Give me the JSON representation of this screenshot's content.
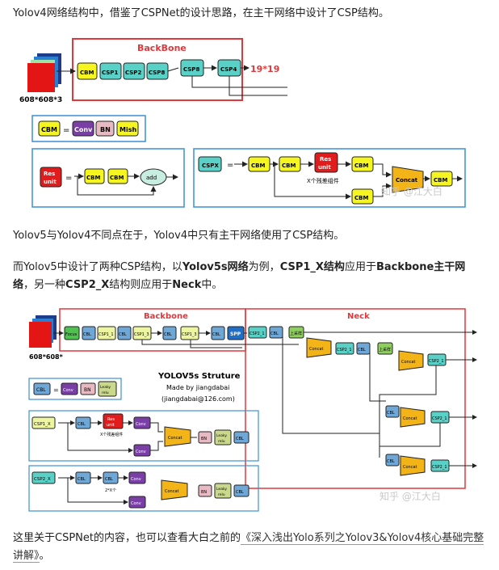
{
  "text": {
    "p1": "Yolov4网络结构中，借鉴了CSPNet的设计思路，在主干网络中设计了CSP结构。",
    "p2": "Yolov5与Yolov4不同点在于，Yolov4中只有主干网络使用了CSP结构。",
    "p3_a": "而Yolov5中设计了两种CSP结构，以",
    "p3_b": "Yolov5s网络",
    "p3_c": "为例，",
    "p3_d": "CSP1_X结构",
    "p3_e": "应用于",
    "p3_f": "Backbone主干网络",
    "p3_g": "，另一种",
    "p3_h": "CSP2_X",
    "p3_i": "结构则应用于",
    "p3_j": "Neck",
    "p3_k": "中。",
    "p4_a": "这里关于CSPNet的内容，也可以查看大白之前的",
    "p4_link": "《深入浅出Yolo系列之Yolov3&Yolov4核心基础完整讲解》",
    "p4_b": "。"
  },
  "fig1": {
    "backbone": "BackBone",
    "input_size": "608*608*3",
    "output_size": "19*19",
    "blocks": [
      "CBM",
      "CSP1",
      "CSP2",
      "CSP8",
      "CSP8",
      "CSP4"
    ],
    "cbm_def": [
      "CBM",
      "=",
      "Conv",
      "BN",
      "Mish"
    ],
    "res_unit": [
      "Res",
      "unit"
    ],
    "add": "add",
    "cspx": "CSPX",
    "cbm": "CBM",
    "concat": "Concat",
    "x_res": "X个残差组件",
    "watermark": "知乎 @江大白"
  },
  "fig2": {
    "backbone": "Backbone",
    "neck": "Neck",
    "input_size": "608*608*",
    "blocks": [
      "Focus",
      "CBL",
      "CSP1_1",
      "CBL",
      "CSP1_3",
      "CBL",
      "CSP1_3",
      "CBL",
      "SPP"
    ],
    "neck_blocks": [
      "CSP2_1",
      "CBL",
      "上采样",
      "Concat",
      "CSP2_1",
      "CBL",
      "上采样",
      "Concat",
      "CSP2_1",
      "CBL",
      "Concat",
      "CSP2_1",
      "CBL",
      "Concat",
      "CSP2_1"
    ],
    "title": "YOLOV5s Struture",
    "made_by": "Made by jiangdabai",
    "email": "(jiangdabai@126.com)",
    "cbl_def": [
      "CBL",
      "=",
      "Conv",
      "BN",
      "Leaky relu"
    ],
    "csp1": "CSP1_X",
    "csp2": "CSP2_X",
    "res": [
      "Res",
      "unit"
    ],
    "conv": "Conv",
    "cbl": "CBL",
    "bn": "BN",
    "leaky": [
      "Leaky",
      "relu"
    ],
    "concat": "Concat",
    "x_res": "X个残差组件",
    "x2": "2*X个",
    "watermark": "知乎 @江大白"
  },
  "colors": {
    "cbm": "#f5f51f",
    "csp": "#5ad1c6",
    "conv": "#7a3fa6",
    "bn": "#e7b9c2",
    "res": "#e01c1c",
    "concat": "#f3b417",
    "cbl": "#6fa7d6",
    "red_frame": "#e0383b",
    "blue_frame": "#3b8fd6"
  }
}
